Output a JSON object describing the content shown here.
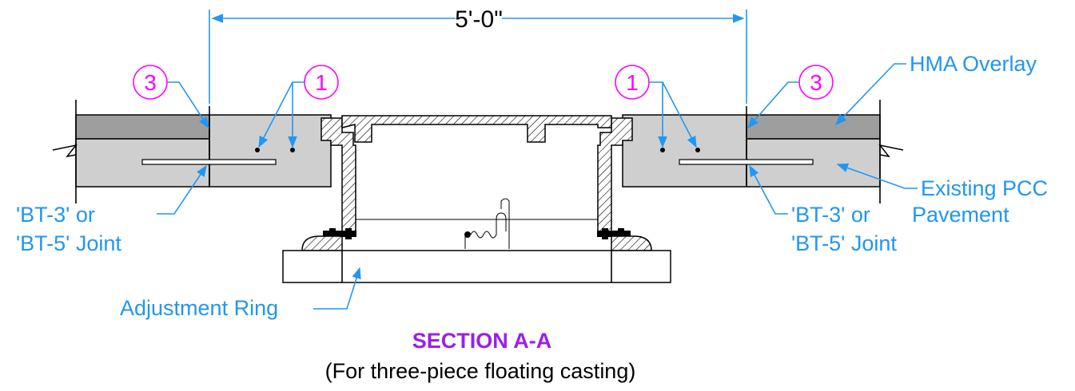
{
  "dimension": {
    "text": "5'-0\""
  },
  "bubbles": [
    "3",
    "1",
    "1",
    "3"
  ],
  "labels": {
    "hma_overlay": "HMA Overlay",
    "existing_pcc": "Existing PCC",
    "pavement": "Pavement",
    "bt_left_1": "'BT-3' or",
    "bt_left_2": "'BT-5' Joint",
    "bt_right_1": "'BT-3' or",
    "bt_right_2": "'BT-5' Joint",
    "adjustment_ring": "Adjustment Ring"
  },
  "title": "SECTION A-A",
  "subtitle": "(For three-piece floating casting)",
  "colors": {
    "label": "#2196f3",
    "bubble": "#ff00ff",
    "title": "#9b1fe8",
    "hma": "#9e9e9e",
    "pcc": "#cfcfcf"
  }
}
